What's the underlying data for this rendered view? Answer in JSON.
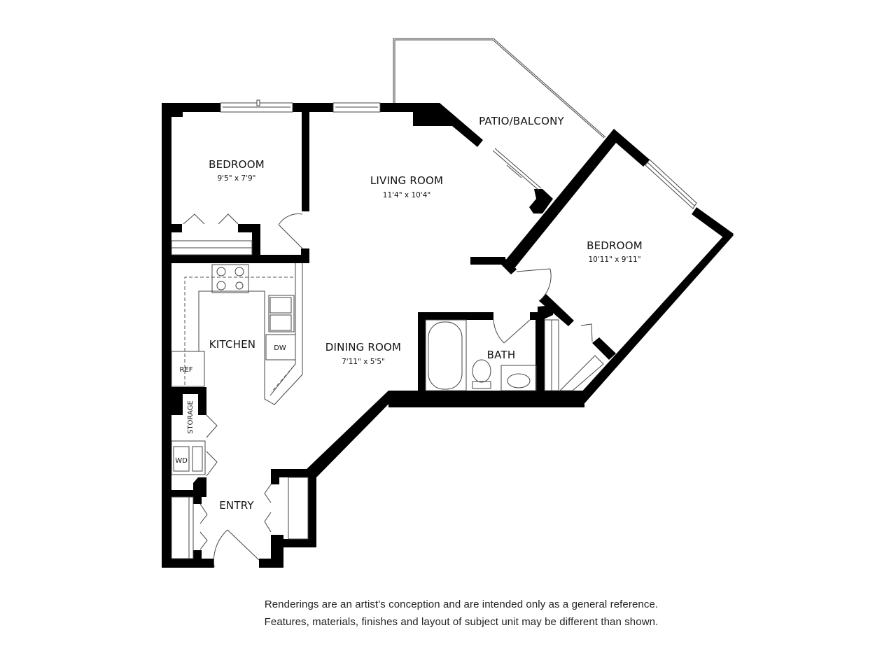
{
  "floor_plan": {
    "rooms": [
      {
        "id": "bedroom-1",
        "name": "BEDROOM",
        "dimensions": "9'5\" x 7'9\""
      },
      {
        "id": "living-room",
        "name": "LIVING ROOM",
        "dimensions": "11'4\" x 10'4\""
      },
      {
        "id": "patio",
        "name": "PATIO/BALCONY",
        "dimensions": ""
      },
      {
        "id": "bedroom-2",
        "name": "BEDROOM",
        "dimensions": "10'11\" x 9'11\""
      },
      {
        "id": "kitchen",
        "name": "KITCHEN",
        "dimensions": ""
      },
      {
        "id": "dining-room",
        "name": "DINING ROOM",
        "dimensions": "7'11\" x 5'5\""
      },
      {
        "id": "bath",
        "name": "BATH",
        "dimensions": ""
      },
      {
        "id": "entry",
        "name": "ENTRY",
        "dimensions": ""
      }
    ],
    "fixtures": {
      "dishwasher": "DW",
      "refrigerator": "REF",
      "storage": "STORAGE",
      "washer_dryer": "WD"
    }
  },
  "disclaimer": {
    "line1": "Renderings are an artist's conception and are intended only as a general reference.",
    "line2": "Features, materials, finishes and layout of subject unit may be different than shown."
  },
  "colors": {
    "wall": "#000000",
    "background": "#ffffff",
    "line": "#444444"
  }
}
